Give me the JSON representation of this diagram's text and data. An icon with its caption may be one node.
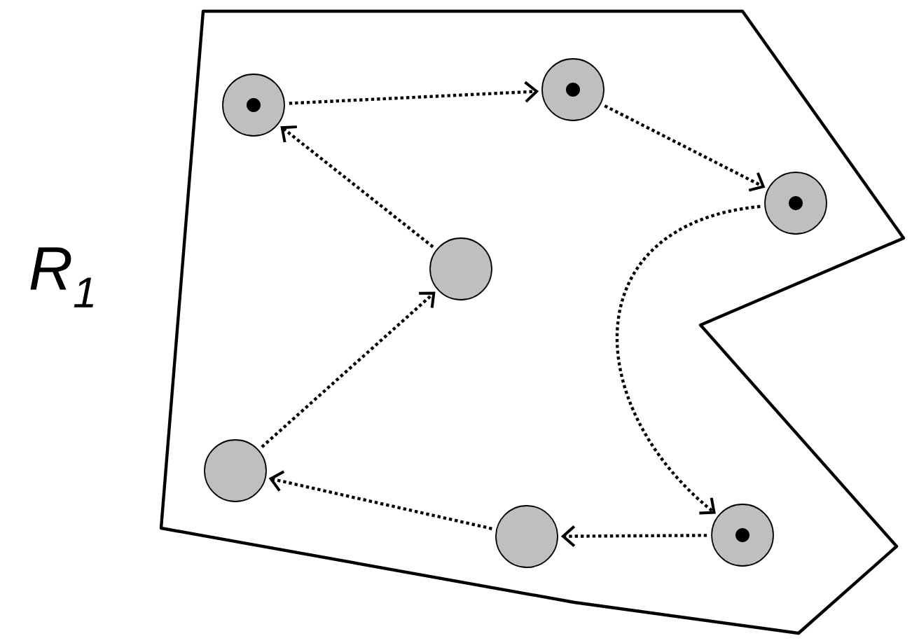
{
  "diagram": {
    "nodes": [
      {
        "text": [
          "R$_{1}$"
        ]
      },
      {
        "text": [],
        "shape": "circle",
        "in": 0
      },
      {
        "text": [],
        "shape": "circle",
        "in": 0
      },
      {
        "text": [],
        "shape": "circle",
        "in": 0
      },
      {
        "text": [],
        "shape": "circle",
        "in": 0
      },
      {
        "text": [],
        "shape": "circle",
        "in": 0
      },
      {
        "text": [],
        "shape": "circle",
        "in": 0
      },
      {
        "text": [],
        "shape": "circle",
        "in": 0
      }
    ],
    "edges": [
      {
        "from": 1,
        "to": 2,
        "arrow": "to"
      },
      {
        "from": 2,
        "to": 3,
        "arrow": "to"
      },
      {
        "from": 3,
        "to": 7,
        "arrow": "to"
      },
      {
        "from": 7,
        "to": 6,
        "arrow": "to"
      },
      {
        "from": 6,
        "to": 5,
        "arrow": "to"
      },
      {
        "from": 5,
        "to": 4,
        "arrow": "to"
      },
      {
        "from": 4,
        "to": 1,
        "arrow": "to"
      }
    ]
  }
}
